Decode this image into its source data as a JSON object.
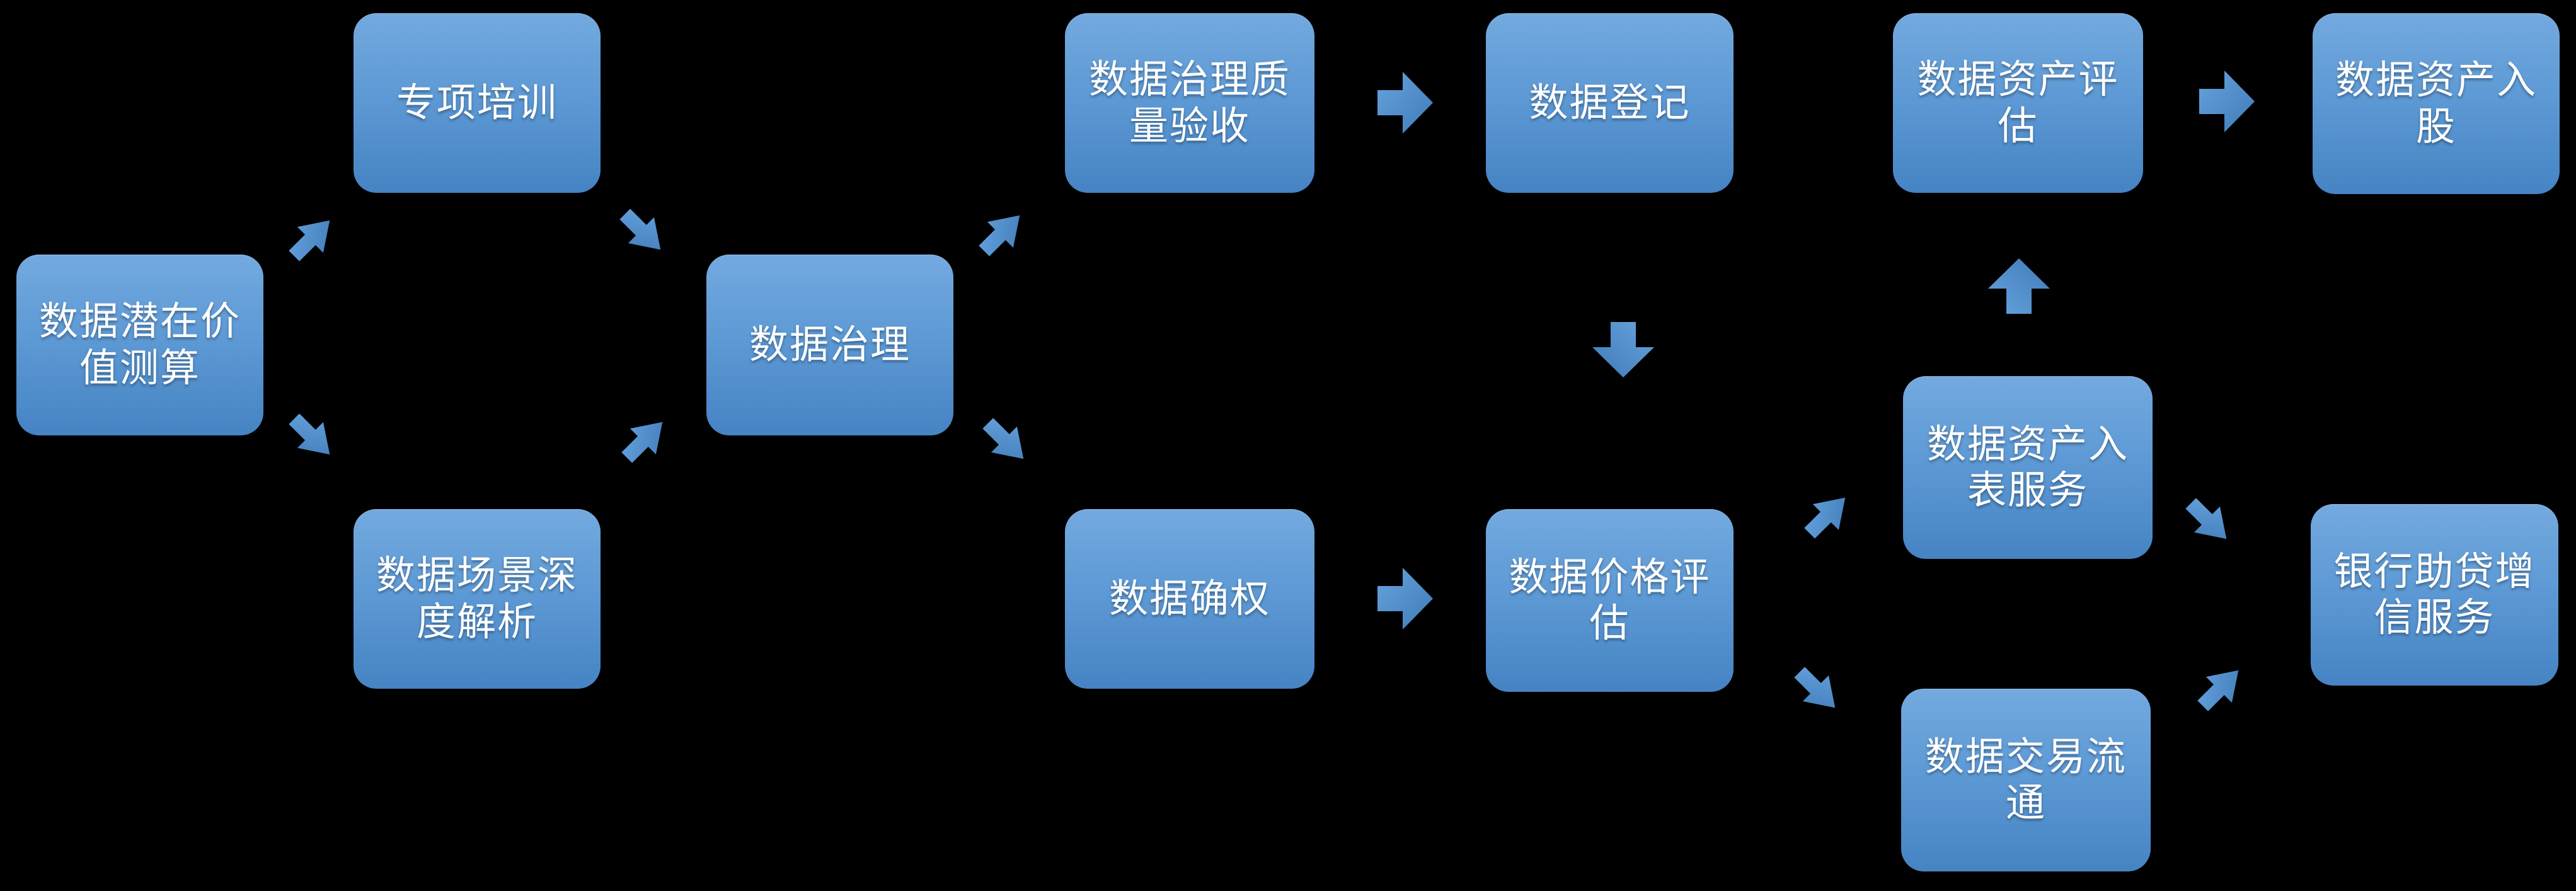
{
  "diagram": {
    "background_color": "#000000",
    "node_fill_top": "#73A9DF",
    "node_fill_bottom": "#4583C3",
    "arrow_fill_light": "#66A4DF",
    "arrow_fill_dark": "#3F7AB6",
    "text_color": "#FFFFFF",
    "nodes": [
      {
        "id": "potential-value",
        "label": "数据潜在价值测算"
      },
      {
        "id": "special-training",
        "label": "专项培训"
      },
      {
        "id": "scenario-analysis",
        "label": "数据场景深度解析"
      },
      {
        "id": "data-governance",
        "label": "数据治理"
      },
      {
        "id": "governance-quality-acceptance",
        "label": "数据治理质量验收"
      },
      {
        "id": "data-registration",
        "label": "数据登记"
      },
      {
        "id": "data-rights-confirmation",
        "label": "数据确权"
      },
      {
        "id": "data-price-evaluation",
        "label": "数据价格评估"
      },
      {
        "id": "asset-balance-sheet-service",
        "label": "数据资产入表服务"
      },
      {
        "id": "data-trading-circulation",
        "label": "数据交易流通"
      },
      {
        "id": "data-asset-evaluation",
        "label": "数据资产评估"
      },
      {
        "id": "data-asset-equity",
        "label": "数据资产入股"
      },
      {
        "id": "bank-loan-credit-service",
        "label": "银行助贷增信服务"
      }
    ],
    "edges": [
      {
        "from": "数据潜在价值测算",
        "to": "专项培训",
        "direction": "up-right"
      },
      {
        "from": "数据潜在价值测算",
        "to": "数据场景深度解析",
        "direction": "down-right"
      },
      {
        "from": "专项培训",
        "to": "数据治理",
        "direction": "down-right"
      },
      {
        "from": "数据场景深度解析",
        "to": "数据治理",
        "direction": "up-right"
      },
      {
        "from": "数据治理",
        "to": "数据治理质量验收",
        "direction": "up-right"
      },
      {
        "from": "数据治理",
        "to": "数据确权",
        "direction": "down-right"
      },
      {
        "from": "数据治理质量验收",
        "to": "数据登记",
        "direction": "right"
      },
      {
        "from": "数据登记",
        "to": "数据价格评估",
        "direction": "down"
      },
      {
        "from": "数据确权",
        "to": "数据价格评估",
        "direction": "right"
      },
      {
        "from": "数据价格评估",
        "to": "数据资产入表服务",
        "direction": "up-right"
      },
      {
        "from": "数据价格评估",
        "to": "数据交易流通",
        "direction": "down-right"
      },
      {
        "from": "数据资产入表服务",
        "to": "数据资产评估",
        "direction": "up"
      },
      {
        "from": "数据资产评估",
        "to": "数据资产入股",
        "direction": "right"
      },
      {
        "from": "数据资产入表服务",
        "to": "银行助贷增信服务",
        "direction": "down-right"
      },
      {
        "from": "数据交易流通",
        "to": "银行助贷增信服务",
        "direction": "up-right"
      }
    ]
  }
}
